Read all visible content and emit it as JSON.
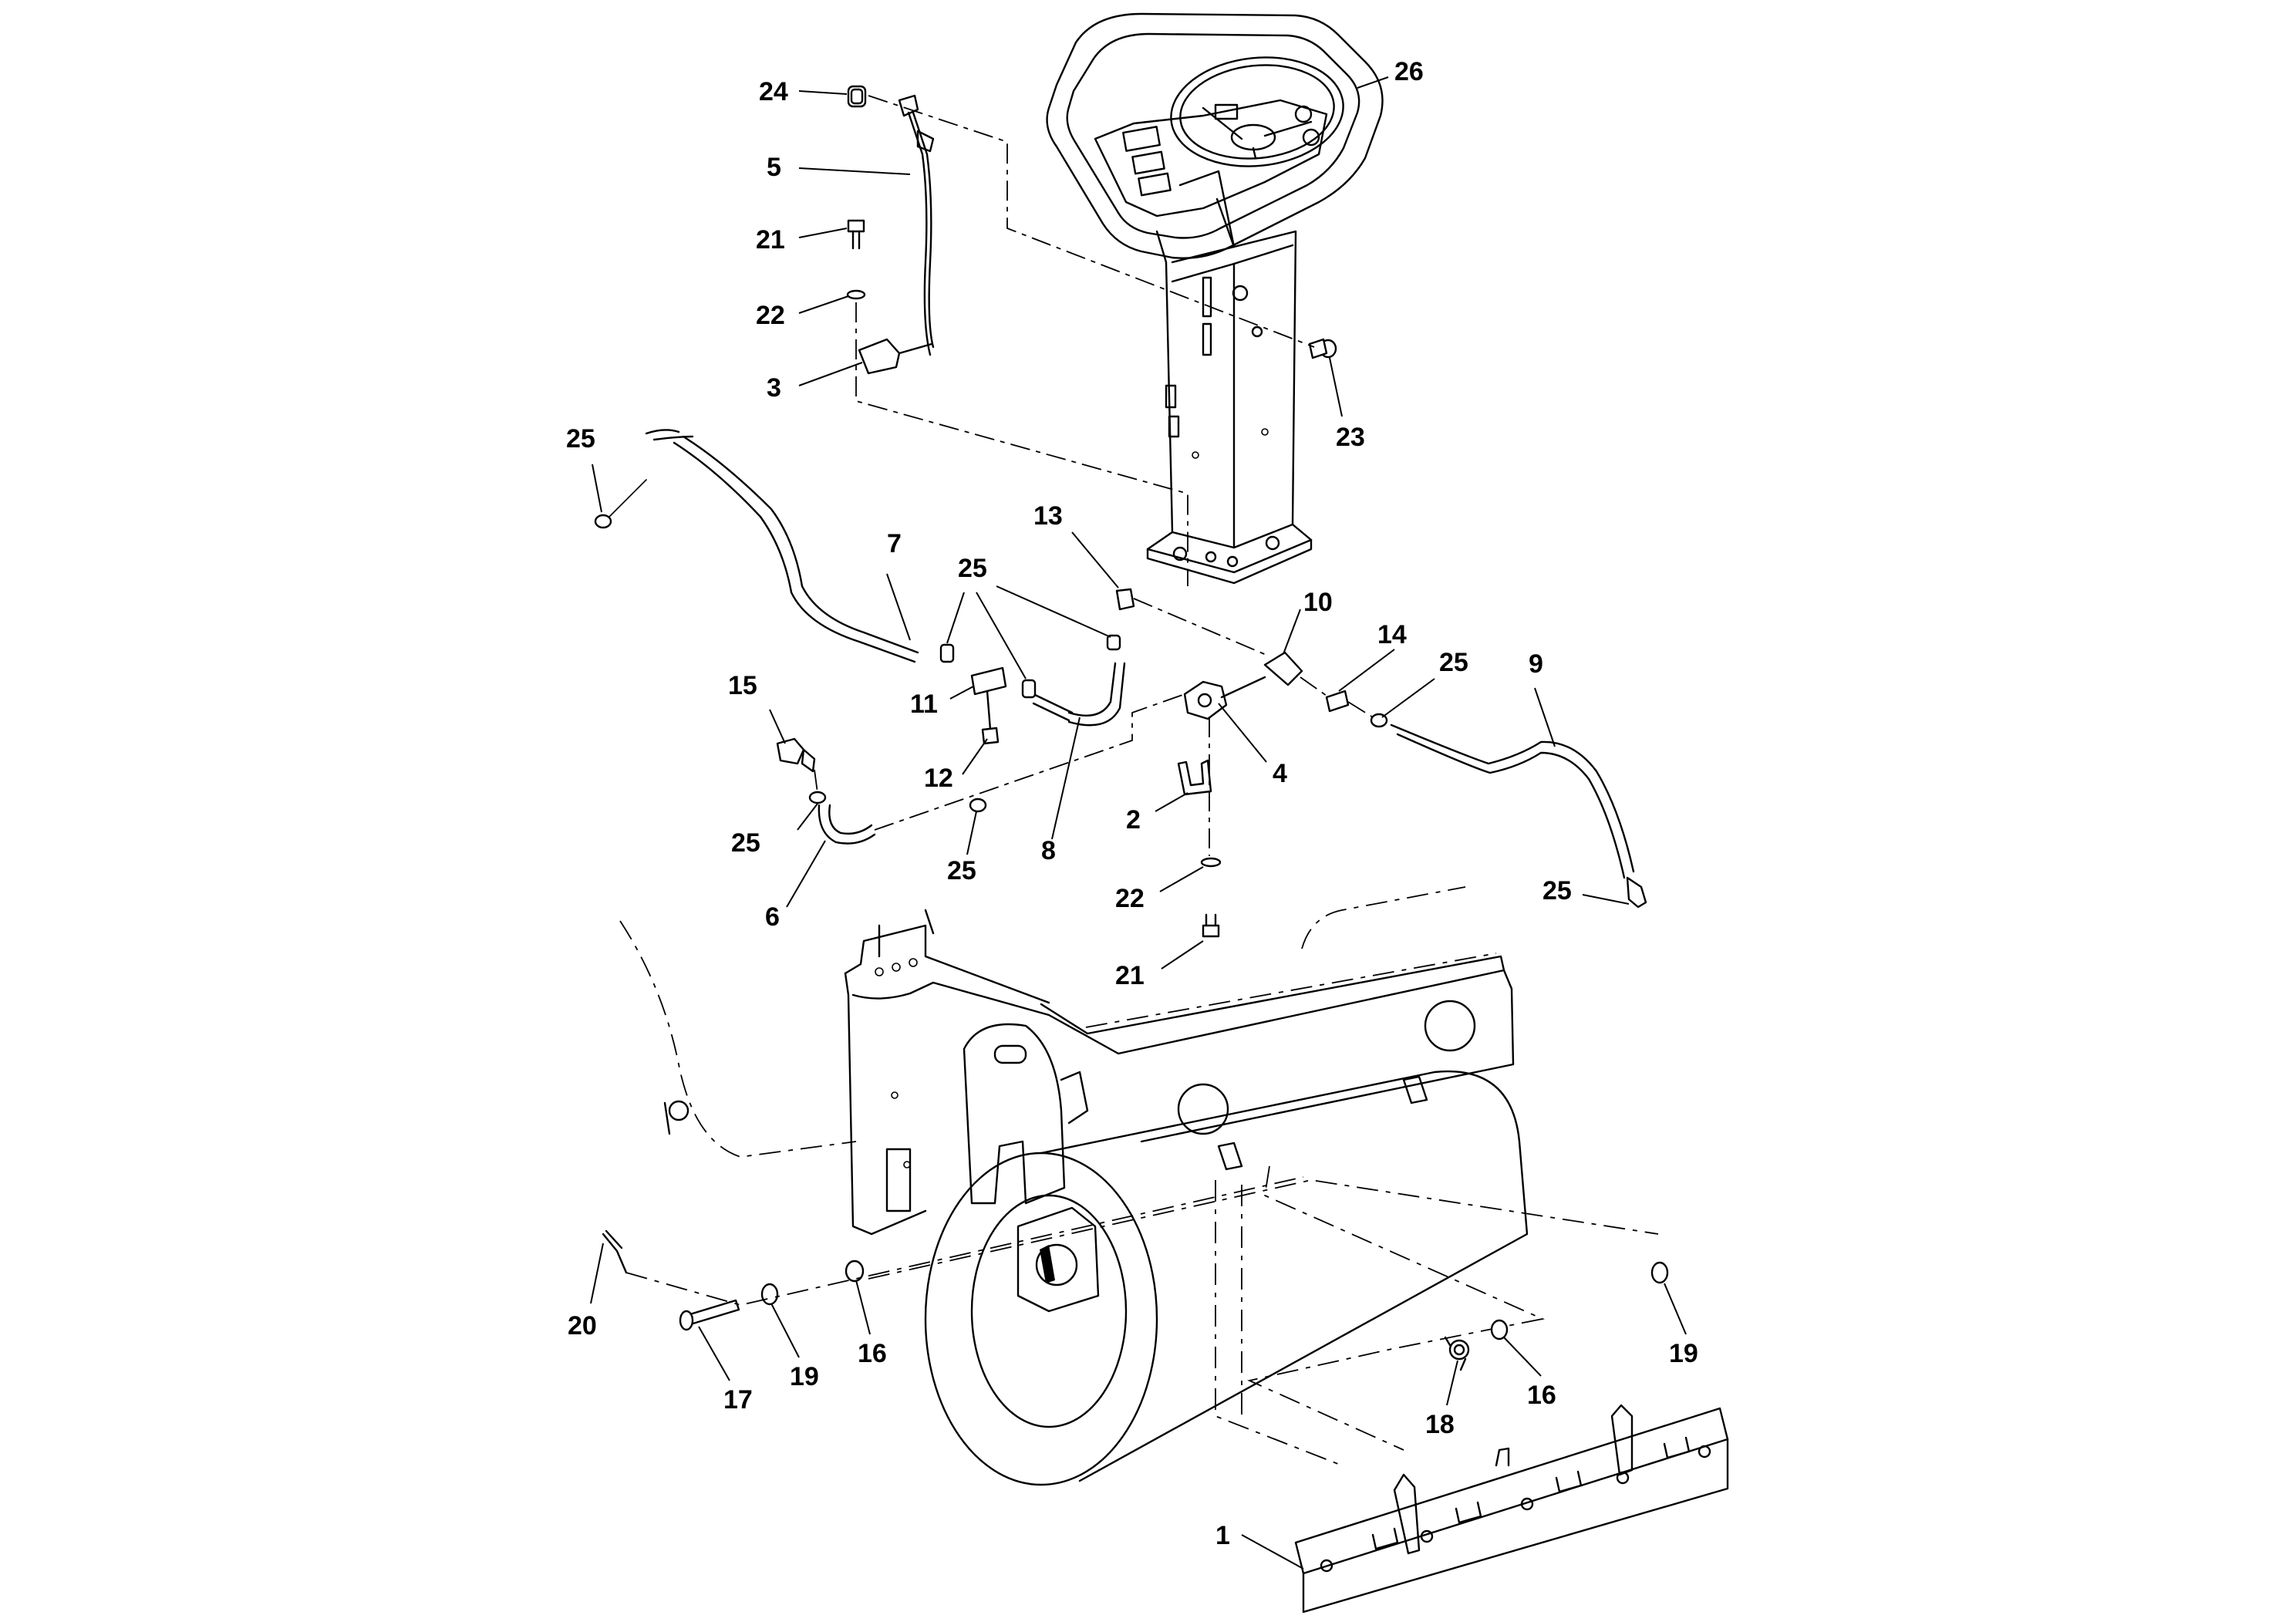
{
  "diagram": {
    "callouts": [
      {
        "id": "c24",
        "text": "24"
      },
      {
        "id": "c26",
        "text": "26"
      },
      {
        "id": "c5",
        "text": "5"
      },
      {
        "id": "c21a",
        "text": "21"
      },
      {
        "id": "c22a",
        "text": "22"
      },
      {
        "id": "c3",
        "text": "3"
      },
      {
        "id": "c23",
        "text": "23"
      },
      {
        "id": "c25a",
        "text": "25"
      },
      {
        "id": "c7",
        "text": "7"
      },
      {
        "id": "c13",
        "text": "13"
      },
      {
        "id": "c25b",
        "text": "25"
      },
      {
        "id": "c10",
        "text": "10"
      },
      {
        "id": "c14",
        "text": "14"
      },
      {
        "id": "c25c",
        "text": "25"
      },
      {
        "id": "c9",
        "text": "9"
      },
      {
        "id": "c15",
        "text": "15"
      },
      {
        "id": "c11",
        "text": "11"
      },
      {
        "id": "c12",
        "text": "12"
      },
      {
        "id": "c4",
        "text": "4"
      },
      {
        "id": "c2",
        "text": "2"
      },
      {
        "id": "c25d",
        "text": "25"
      },
      {
        "id": "c8",
        "text": "8"
      },
      {
        "id": "c25e",
        "text": "25"
      },
      {
        "id": "c6",
        "text": "6"
      },
      {
        "id": "c22b",
        "text": "22"
      },
      {
        "id": "c25f",
        "text": "25"
      },
      {
        "id": "c21b",
        "text": "21"
      },
      {
        "id": "c20",
        "text": "20"
      },
      {
        "id": "c17",
        "text": "17"
      },
      {
        "id": "c19a",
        "text": "19"
      },
      {
        "id": "c16a",
        "text": "16"
      },
      {
        "id": "c19b",
        "text": "19"
      },
      {
        "id": "c18",
        "text": "18"
      },
      {
        "id": "c16b",
        "text": "16"
      },
      {
        "id": "c1",
        "text": "1"
      }
    ]
  }
}
